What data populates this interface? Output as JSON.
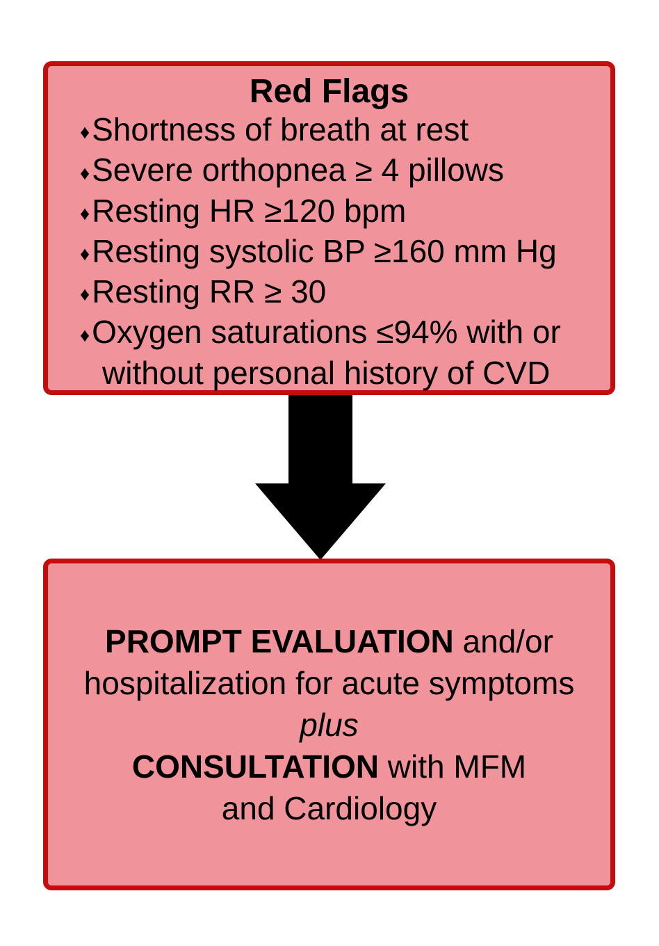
{
  "colors": {
    "background": "#FFFFFF",
    "box_fill": "#F1939A",
    "box_border": "#C40D0D",
    "arrow": "#000000",
    "text": "#000000"
  },
  "top_box": {
    "title": "Red Flags",
    "bullet_glyph": "♦",
    "bullets": [
      "Shortness of breath at rest",
      "Severe orthopnea ≥ 4 pillows",
      "Resting HR ≥120 bpm",
      "Resting systolic BP ≥160 mm Hg",
      "Resting RR ≥ 30",
      "Oxygen saturations ≤94% with or"
    ],
    "continuation": "without personal history of CVD"
  },
  "arrow": {
    "direction": "down"
  },
  "bottom_box": {
    "line1_bold": "PROMPT EVALUATION",
    "line1_rest": " and/or",
    "line2": "hospitalization for acute symptoms",
    "line3_italic": "plus",
    "line4_bold": "CONSULTATION",
    "line4_rest": " with MFM",
    "line5": "and Cardiology"
  }
}
